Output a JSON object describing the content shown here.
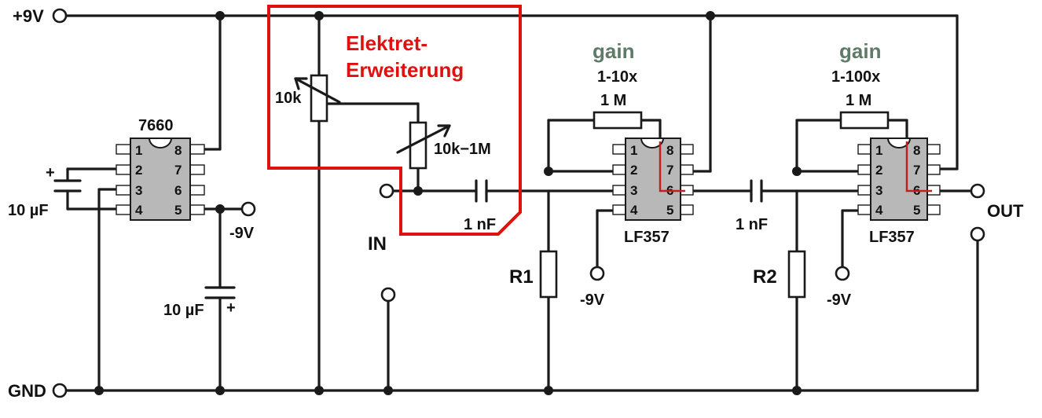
{
  "labels": {
    "vplus": "+9V",
    "gnd": "GND",
    "neg9_a": "-9V",
    "neg9_b": "-9V",
    "neg9_c": "-9V",
    "cap_top": "10 µF",
    "cap_bottom": "10 µF",
    "plus_a": "+",
    "plus_b": "+",
    "ic1": "7660",
    "ic2": "LF357",
    "ic3": "LF357",
    "pot": "10k",
    "var_res": "10k−1M",
    "elektret_line1": "Elektret-",
    "elektret_line2": "Erweiterung",
    "in": "IN",
    "out": "OUT",
    "c1": "1 nF",
    "c2": "1 nF",
    "r1": "R1",
    "r2": "R2",
    "gain_word_1": "gain",
    "gain_range_1": "1-10x",
    "feedback_1": "1 M",
    "gain_word_2": "gain",
    "gain_range_2": "1-100x",
    "feedback_2": "1 M",
    "pins_left": [
      "1",
      "2",
      "3",
      "4"
    ],
    "pins_right": [
      "8",
      "7",
      "6",
      "5"
    ]
  },
  "colors": {
    "wire": "#1a1a1a",
    "chip_fill": "#b8b8b8",
    "highlight": "#e01010",
    "gain_text": "#5f7a66"
  }
}
